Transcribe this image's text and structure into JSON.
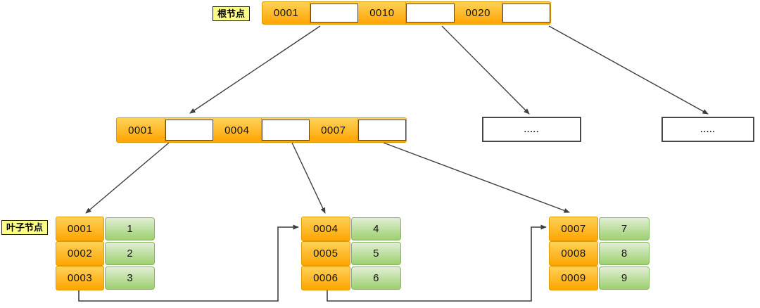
{
  "labels": {
    "root_node": "根节点",
    "leaf_node": "叶子节点"
  },
  "root_node": {
    "keys": [
      "0001",
      "0010",
      "0020"
    ]
  },
  "internal_node": {
    "keys": [
      "0001",
      "0004",
      "0007"
    ]
  },
  "ellipsis_nodes": {
    "left": ".....",
    "right": "....."
  },
  "leaf_nodes": [
    {
      "rows": [
        {
          "key": "0001",
          "value": "1"
        },
        {
          "key": "0002",
          "value": "2"
        },
        {
          "key": "0003",
          "value": "3"
        }
      ]
    },
    {
      "rows": [
        {
          "key": "0004",
          "value": "4"
        },
        {
          "key": "0005",
          "value": "5"
        },
        {
          "key": "0006",
          "value": "6"
        }
      ]
    },
    {
      "rows": [
        {
          "key": "0007",
          "value": "7"
        },
        {
          "key": "0008",
          "value": "8"
        },
        {
          "key": "0009",
          "value": "9"
        }
      ]
    }
  ],
  "colors": {
    "key_cell_gradient_top": "#ffd157",
    "key_cell_gradient_bottom": "#ffa502",
    "value_cell_gradient_top": "#e1efd5",
    "value_cell_gradient_bottom": "#9dd06e",
    "label_background": "#ffff88",
    "edge": "#3f3f3f",
    "pointer_cell_border": "#4a4a4a"
  }
}
